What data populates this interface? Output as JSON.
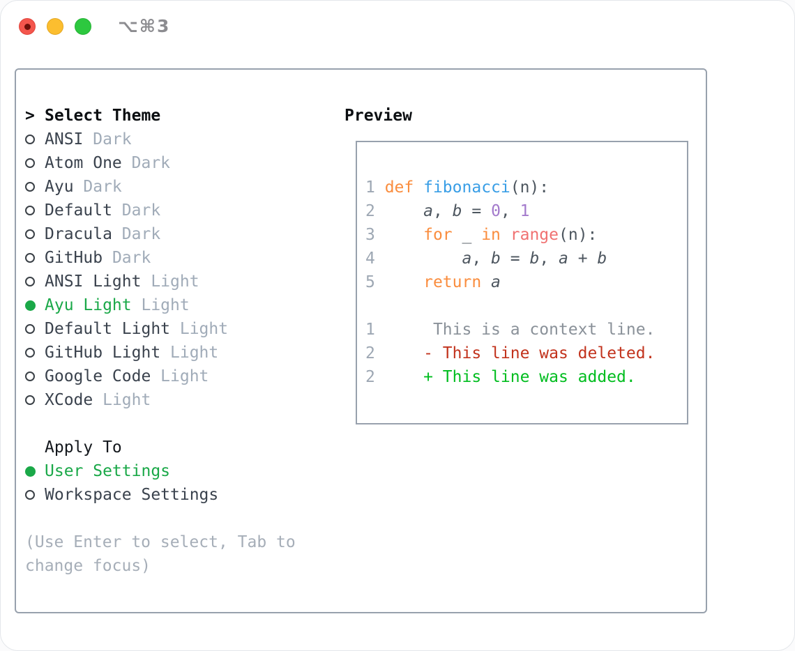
{
  "titlebar": {
    "title": "⌥⌘3",
    "buttons": [
      {
        "id": "close",
        "color": "#f4564d",
        "has_inner_dot": true
      },
      {
        "id": "minimize",
        "color": "#fcbe2f",
        "has_inner_dot": false
      },
      {
        "id": "zoom",
        "color": "#2dc83f",
        "has_inner_dot": false
      }
    ]
  },
  "theme_picker": {
    "cursor": ">",
    "header": "Select Theme",
    "items": [
      {
        "name": "ANSI",
        "variant": "Dark",
        "selected": false
      },
      {
        "name": "Atom One",
        "variant": "Dark",
        "selected": false
      },
      {
        "name": "Ayu",
        "variant": "Dark",
        "selected": false
      },
      {
        "name": "Default",
        "variant": "Dark",
        "selected": false
      },
      {
        "name": "Dracula",
        "variant": "Dark",
        "selected": false
      },
      {
        "name": "GitHub",
        "variant": "Dark",
        "selected": false
      },
      {
        "name": "ANSI Light",
        "variant": "Light",
        "selected": false
      },
      {
        "name": "Ayu Light",
        "variant": "Light",
        "selected": true
      },
      {
        "name": "Default Light",
        "variant": "Light",
        "selected": false
      },
      {
        "name": "GitHub Light",
        "variant": "Light",
        "selected": false
      },
      {
        "name": "Google Code",
        "variant": "Light",
        "selected": false
      },
      {
        "name": "XCode",
        "variant": "Light",
        "selected": false
      }
    ],
    "apply_header": "Apply To",
    "apply_options": [
      {
        "label": "User Settings",
        "selected": true
      },
      {
        "label": "Workspace Settings",
        "selected": false
      }
    ],
    "help_lines": [
      "(Use Enter to select, Tab to",
      "change focus)"
    ]
  },
  "preview": {
    "title": "Preview",
    "lines": [
      [
        {
          "t": "1 ",
          "c": "ln"
        },
        {
          "t": "def",
          "c": "kw"
        },
        {
          "t": " ",
          "c": "fg"
        },
        {
          "t": "fibonacci",
          "c": "fn"
        },
        {
          "t": "(n):",
          "c": "fg"
        }
      ],
      [
        {
          "t": "2 ",
          "c": "ln"
        },
        {
          "t": "    ",
          "c": "fg"
        },
        {
          "t": "a",
          "c": "var"
        },
        {
          "t": ", ",
          "c": "fg"
        },
        {
          "t": "b",
          "c": "var"
        },
        {
          "t": " = ",
          "c": "fg"
        },
        {
          "t": "0",
          "c": "num"
        },
        {
          "t": ", ",
          "c": "fg"
        },
        {
          "t": "1",
          "c": "num"
        }
      ],
      [
        {
          "t": "3 ",
          "c": "ln"
        },
        {
          "t": "    ",
          "c": "fg"
        },
        {
          "t": "for",
          "c": "kw"
        },
        {
          "t": " _ ",
          "c": "fg"
        },
        {
          "t": "in",
          "c": "kw"
        },
        {
          "t": " ",
          "c": "fg"
        },
        {
          "t": "range",
          "c": "call"
        },
        {
          "t": "(n):",
          "c": "fg"
        }
      ],
      [
        {
          "t": "4 ",
          "c": "ln"
        },
        {
          "t": "        ",
          "c": "fg"
        },
        {
          "t": "a",
          "c": "var"
        },
        {
          "t": ", ",
          "c": "fg"
        },
        {
          "t": "b",
          "c": "var"
        },
        {
          "t": " = ",
          "c": "fg"
        },
        {
          "t": "b",
          "c": "var"
        },
        {
          "t": ", ",
          "c": "fg"
        },
        {
          "t": "a",
          "c": "var"
        },
        {
          "t": " + ",
          "c": "fg"
        },
        {
          "t": "b",
          "c": "var"
        }
      ],
      [
        {
          "t": "5 ",
          "c": "ln"
        },
        {
          "t": "    ",
          "c": "fg"
        },
        {
          "t": "return",
          "c": "kw"
        },
        {
          "t": " ",
          "c": "fg"
        },
        {
          "t": "a",
          "c": "var"
        }
      ],
      [],
      [
        {
          "t": "1 ",
          "c": "ln"
        },
        {
          "t": "     This is a context line.",
          "c": "ctx"
        }
      ],
      [
        {
          "t": "2 ",
          "c": "ln"
        },
        {
          "t": "    - This line was deleted.",
          "c": "del"
        }
      ],
      [
        {
          "t": "2 ",
          "c": "ln"
        },
        {
          "t": "    + This line was added.",
          "c": "add"
        }
      ]
    ]
  },
  "colors": {
    "accent-green": "#1aa848",
    "keyword-orange": "#fa8d3e",
    "function-blue": "#399ee6",
    "number-purple": "#a37acc",
    "builtin-coral": "#f07171",
    "code-fg": "#4d565f",
    "line-number": "#9da7b3",
    "context-gray": "#8a9199",
    "deleted-red": "#c2331d",
    "added-green": "#00bd1f",
    "list-fg": "#3a424d",
    "badge-gray": "#a0abb8",
    "help-gray": "#a6aeb8",
    "border-gray": "#98a1ad"
  }
}
